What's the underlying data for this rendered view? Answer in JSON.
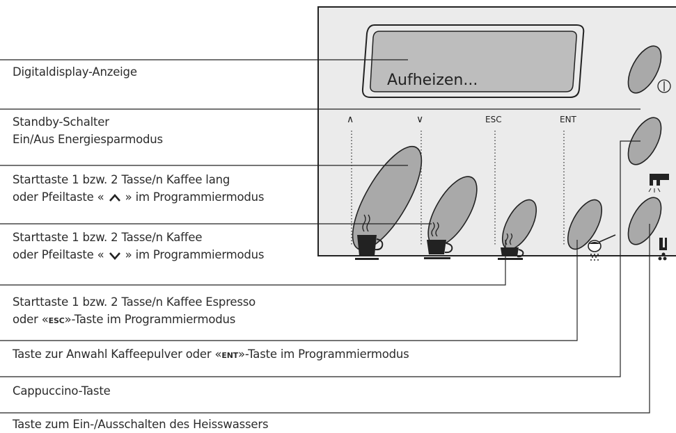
{
  "display": {
    "text": "Aufheizen..."
  },
  "panel": {
    "labels": {
      "up": "∧",
      "down": "∨",
      "esc": "ESC",
      "ent": "ENT"
    }
  },
  "callouts": [
    {
      "id": "digital-display",
      "lines": [
        "Digitaldisplay-Anzeige"
      ]
    },
    {
      "id": "standby-switch",
      "lines": [
        "Standby-Schalter",
        "Ein/Aus Energiesparmodus"
      ]
    },
    {
      "id": "start-long",
      "line1": "Starttaste 1 bzw. 2 Tasse/n Kaffee lang",
      "line2_pre": "oder Pfeiltaste «",
      "line2_post": "» im Programmiermodus",
      "arrow": "chevron-up"
    },
    {
      "id": "start-normal",
      "line1": "Starttaste 1 bzw. 2 Tasse/n Kaffee",
      "line2_pre": "oder Pfeiltaste «",
      "line2_post": "» im Programmiermodus",
      "arrow": "chevron-down"
    },
    {
      "id": "start-espresso",
      "line1": "Starttaste 1 bzw. 2 Tasse/n Kaffee Espresso",
      "line2_pre": "oder «",
      "line2_key": "ESC",
      "line2_post": "»-Taste im Programmiermodus"
    },
    {
      "id": "powder-button",
      "pre": "Taste zur Anwahl Kaffeepulver oder «",
      "key": "ENT",
      "post": "»-Taste im Programmiermodus"
    },
    {
      "id": "cappuccino-button",
      "lines": [
        "Cappuccino-Taste"
      ]
    },
    {
      "id": "hot-water-button",
      "lines": [
        "Taste zum Ein-/Ausschalten des Heisswassers"
      ]
    }
  ]
}
